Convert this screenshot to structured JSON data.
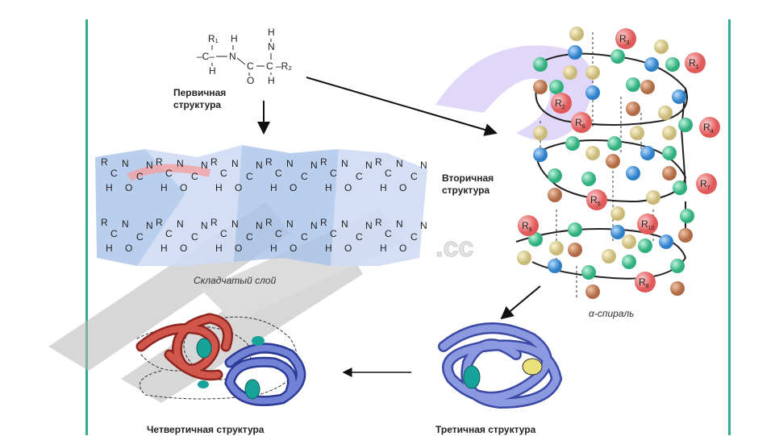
{
  "labels": {
    "primary": "Первичная структура",
    "secondary": "Вторичная структура",
    "pleated_sheet": "Складчатый слой",
    "alpha_helix": "α-спираль",
    "tertiary": "Третичная структура",
    "quaternary": "Четвертичная структура"
  },
  "primary_formula": {
    "r1": "R₁",
    "h1": "H",
    "h2": "H",
    "n1": "N",
    "h3": "H",
    "dash_c1": "–C–",
    "n2": "N",
    "c2": "C",
    "c3": "C",
    "r2": "–R₂",
    "h4": "H",
    "o1": "O",
    "h5": "H"
  },
  "sheet_atoms": [
    "R",
    "C",
    "N",
    "H",
    "O"
  ],
  "helix_r_groups": [
    {
      "base": "R",
      "sub": "1"
    },
    {
      "base": "R",
      "sub": "2"
    },
    {
      "base": "R",
      "sub": "3"
    },
    {
      "base": "R",
      "sub": "4"
    },
    {
      "base": "R",
      "sub": "5"
    },
    {
      "base": "R",
      "sub": "6"
    },
    {
      "base": "R",
      "sub": "7"
    },
    {
      "base": "R",
      "sub": "8"
    },
    {
      "base": "R",
      "sub": "9"
    },
    {
      "base": "R",
      "sub": "10"
    }
  ],
  "colors": {
    "frame": "#3aa98f",
    "carbon": "#3fc28f",
    "nitrogen": "#3a8fd6",
    "oxygen": "#c07a55",
    "hydrogen": "#d8cc90",
    "r_group": "#ec6b6b",
    "tertiary": "#6f80d0",
    "quaternary_red": "#c8433a",
    "heme": "#17a39a"
  }
}
